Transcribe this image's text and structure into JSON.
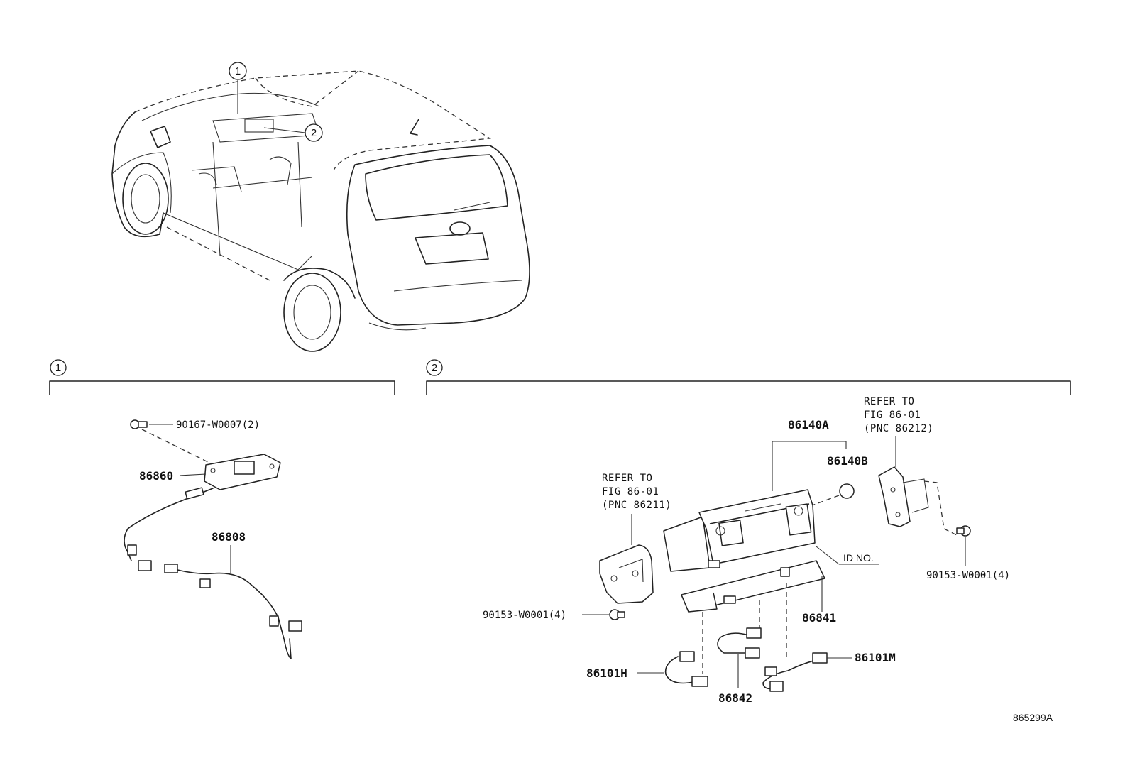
{
  "callouts": {
    "c1": "1",
    "c2": "2"
  },
  "sections": {
    "s1": {
      "marker": "1"
    },
    "s2": {
      "marker": "2"
    }
  },
  "labels": {
    "bolt_90167": "90167-W0007(2)",
    "p86860": "86860",
    "p86808": "86808",
    "p86140A": "86140A",
    "p86140B": "86140B",
    "id_no": "ID NO.",
    "p86841": "86841",
    "bolt_left": "90153-W0001(4)",
    "bolt_right": "90153-W0001(4)",
    "p86101H": "86101H",
    "p86842": "86842",
    "p86101M": "86101M"
  },
  "refer_left": {
    "line1": "REFER TO",
    "line2": "FIG 86-01",
    "line3": "(PNC 86211)"
  },
  "refer_right": {
    "line1": "REFER TO",
    "line2": "FIG 86-01",
    "line3": "(PNC 86212)"
  },
  "diagram_ref": "865299A"
}
